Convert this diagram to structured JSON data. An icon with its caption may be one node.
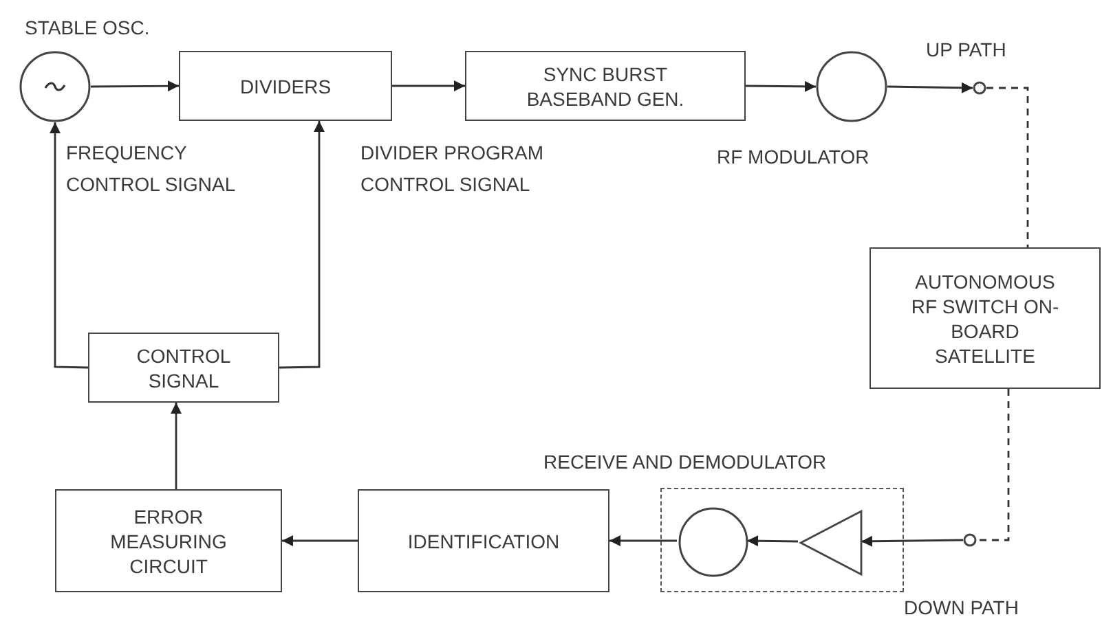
{
  "diagram": {
    "nodes": [
      {
        "text": [],
        "shape": "circle",
        "beside": [
          "STABLE OSC."
        ]
      },
      {
        "text": [
          "DIVIDERS"
        ]
      },
      {
        "text": [
          "SYNC BURST BASEBAND GEN."
        ]
      },
      {
        "text": [],
        "shape": "circle",
        "beside": [
          "RF MODULATOR"
        ]
      },
      {
        "text": [],
        "shape": "circle",
        "beside": [
          "UP PATH"
        ]
      },
      {
        "text": [
          "AUTONOMOUS RF SWITCH ON-BOARD SATELLITE"
        ]
      },
      {
        "text": [],
        "shape": "circle",
        "beside": [
          "DOWN PATH"
        ]
      },
      {
        "text": [
          "RECEIVE AND DEMODULATOR"
        ]
      },
      {
        "text": [],
        "shape": "circle",
        "in": 7
      },
      {
        "text": [],
        "shape": "triangle",
        "in": 7
      },
      {
        "text": [
          "IDENTIFICATION"
        ]
      },
      {
        "text": [
          "ERROR MEASURING CIRCUIT"
        ]
      },
      {
        "text": [
          "CONTROL SIGNAL"
        ]
      }
    ],
    "edges": [
      {
        "from": 0,
        "to": 1,
        "arrow": "to"
      },
      {
        "from": 1,
        "to": 2,
        "arrow": "to"
      },
      {
        "from": 2,
        "to": 3,
        "arrow": "to"
      },
      {
        "from": 3,
        "to": 4,
        "arrow": "to"
      },
      {
        "from": 4,
        "to": 5,
        "arrow": "none",
        "style": "dashed"
      },
      {
        "from": 5,
        "to": 6,
        "arrow": "none",
        "style": "dashed"
      },
      {
        "from": 6,
        "to": 9,
        "arrow": "to"
      },
      {
        "from": 9,
        "to": 8,
        "arrow": "to"
      },
      {
        "from": 8,
        "to": 10,
        "arrow": "to"
      },
      {
        "from": 10,
        "to": 11,
        "arrow": "to"
      },
      {
        "from": 11,
        "to": 12,
        "arrow": "to"
      },
      {
        "from": 12,
        "to": 0,
        "arrow": "to"
      },
      {
        "from": 12,
        "to": 1,
        "arrow": "to"
      }
    ],
    "labels": [
      "FREQUENCY CONTROL SIGNAL",
      "DIVIDER PROGRAM CONTROL SIGNAL"
    ]
  }
}
